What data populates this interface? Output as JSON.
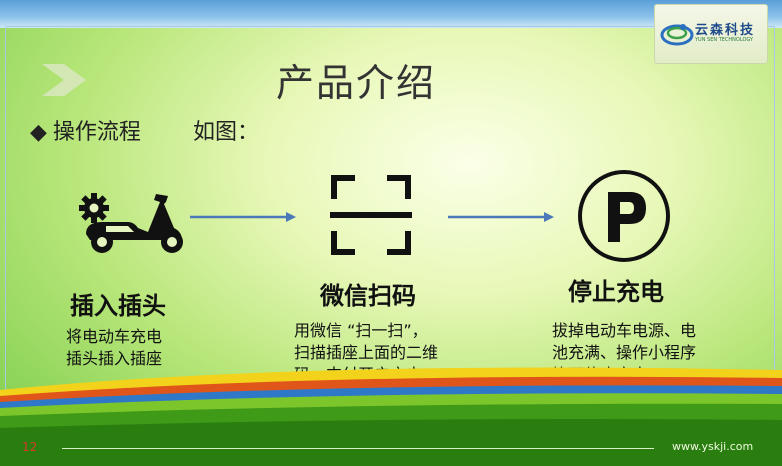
{
  "slide": {
    "title": "产品介绍",
    "bullet_icon": "diamond-bullet",
    "subtitle_text": "操作流程",
    "subtitle_suffix": "如图：",
    "page_number": "12",
    "footer_url": "www.yskji.com"
  },
  "logo": {
    "name": "云森科技",
    "sub": "YUN SEN TECHNOLOGY"
  },
  "steps": [
    {
      "icon": "scooter-gear-icon",
      "title": "插入插头",
      "desc_lines": [
        "将电动车充电",
        "插头插入插座"
      ]
    },
    {
      "icon": "qr-scan-icon",
      "title": "微信扫码",
      "desc_lines": [
        "用微信 “扫一扫”，",
        "扫描插座上面的二维",
        "码，支付开启充电"
      ]
    },
    {
      "icon": "parking-p-icon",
      "title": "停止充电",
      "desc_lines": [
        "拔掉电动车电源、电",
        "池充满、操作小程序",
        "均可停止充电"
      ]
    }
  ],
  "colors": {
    "arrow": "#4a78b8",
    "page_number": "#d83a2a"
  }
}
